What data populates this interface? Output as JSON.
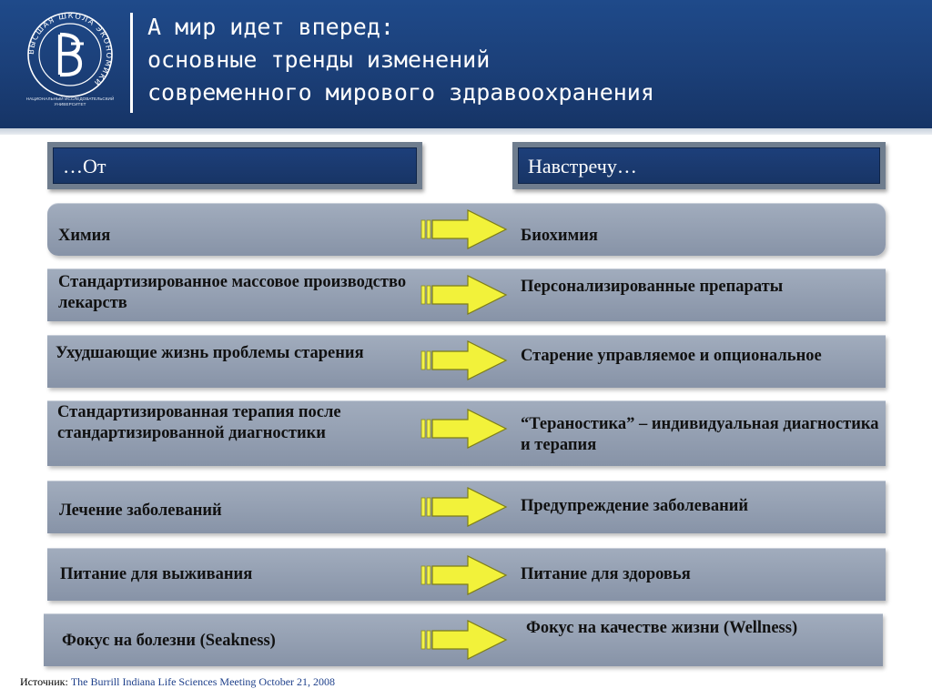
{
  "header": {
    "title_lines": [
      "А мир идет вперед:",
      "основные тренды изменений",
      "современного мирового здравоохранения"
    ],
    "logo_caption": "НАЦИОНАЛЬНЫЙ ИССЛЕДОВАТЕЛЬСКИЙ УНИВЕРСИТЕТ",
    "logo_ring_text": "ВЫСШАЯ ШКОЛА ЭКОНОМИКИ"
  },
  "columns": {
    "from_label": "…От",
    "to_label": "Навстречу…"
  },
  "rows": [
    {
      "from": "Химия",
      "to": "Биохимия"
    },
    {
      "from": "Стандартизированное массовое производство лекарств",
      "to": "Персонализированные препараты"
    },
    {
      "from": "Ухудшающие жизнь проблемы старения",
      "to": "Старение управляемое и опциональное"
    },
    {
      "from": "Стандартизированная терапия после стандартизированной диагностики",
      "to": "“Тераностика” – индивидуальная диагностика и терапия"
    },
    {
      "from": "Лечение заболеваний",
      "to": "Предупреждение заболеваний"
    },
    {
      "from": "Питание для выживания",
      "to": "Питание для здоровья"
    },
    {
      "from": "Фокус на болезни (Seakness)",
      "to": "Фокус на качестве жизни (Wellness)"
    }
  ],
  "source": {
    "label": "Источник:",
    "reference": "The Burrill Indiana Life Sciences Meeting  October 21, 2008"
  },
  "colors": {
    "header_blue": "#1b3f78",
    "row_gray": "#8793a7",
    "arrow_yellow": "#f2f23a"
  }
}
